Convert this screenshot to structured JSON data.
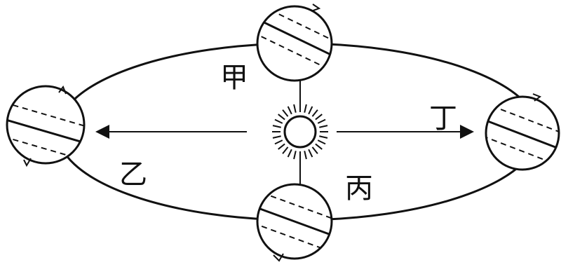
{
  "labels": {
    "jia": "甲",
    "yi": "乙",
    "bing": "丙",
    "ding": "丁"
  },
  "icons": {
    "sun": "sun-icon",
    "earth": "earth-globe-icon"
  },
  "colors": {
    "ink": "#111111",
    "background": "#ffffff"
  }
}
